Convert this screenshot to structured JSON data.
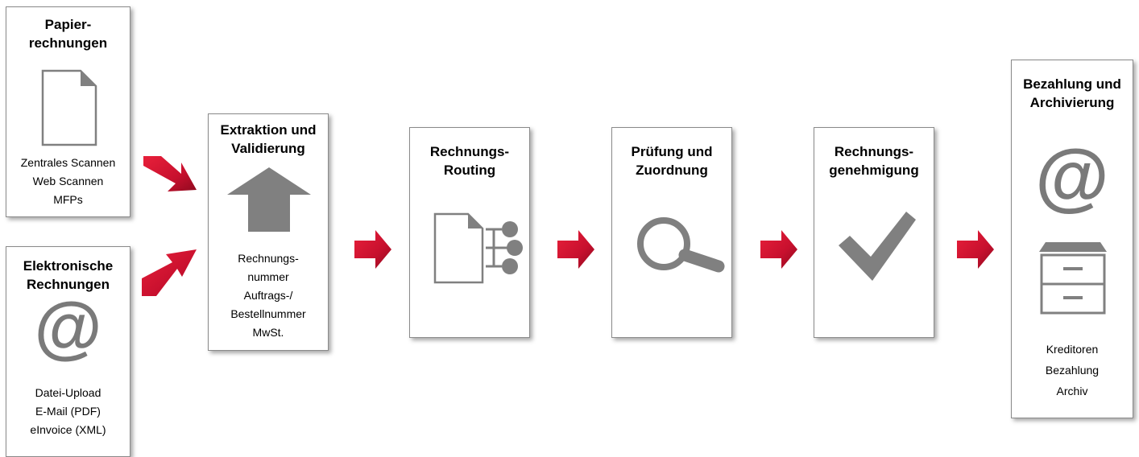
{
  "colors": {
    "accent": "#c8102e",
    "icon": "#808080",
    "border": "#8a8a8a"
  },
  "steps": {
    "paper": {
      "title": "Papier-\nrechnungen",
      "icon": "document-icon",
      "items": [
        "Zentrales Scannen",
        "Web Scannen",
        "MFPs"
      ]
    },
    "electronic": {
      "title": "Elektronische\nRechnungen",
      "icon": "at-sign-icon",
      "icon_glyph": "@",
      "items": [
        "Datei-Upload",
        "E-Mail (PDF)",
        "eInvoice (XML)"
      ]
    },
    "extraction": {
      "title": "Extraktion und\nValidierung",
      "icon": "upload-arrow-icon",
      "items": [
        "Rechnungs-\nnummer",
        "Auftrags-/\nBestellnummer",
        "MwSt."
      ]
    },
    "routing": {
      "title": "Rechnungs-\nRouting",
      "icon": "document-routing-icon"
    },
    "review": {
      "title": "Prüfung und\nZuordnung",
      "icon": "magnifier-icon"
    },
    "approval": {
      "title": "Rechnungs-\ngenehmigung",
      "icon": "checkmark-icon"
    },
    "payment": {
      "title": "Bezahlung und\nArchivierung",
      "icons": [
        "at-sign-icon",
        "file-cabinet-icon"
      ],
      "icon_glyph": "@",
      "items": [
        "Kreditoren",
        "Bezahlung",
        "Archiv"
      ]
    }
  }
}
